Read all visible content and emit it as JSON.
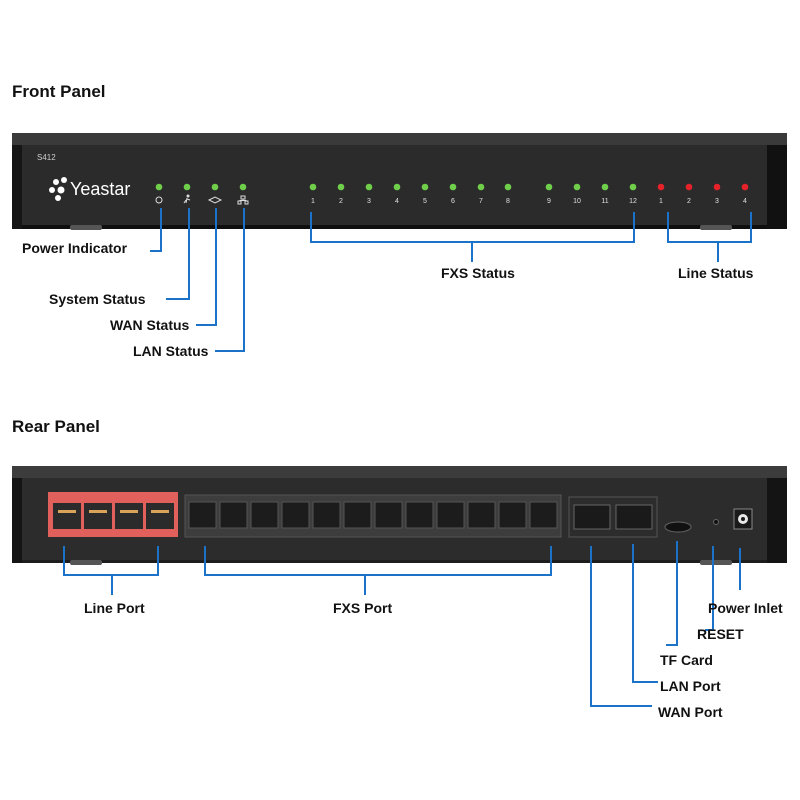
{
  "front": {
    "title": "Front Panel",
    "model": "S412",
    "brand": "Yeastar",
    "fxs_numbers": [
      "1",
      "2",
      "3",
      "4",
      "5",
      "6",
      "7",
      "8",
      "9",
      "10",
      "11",
      "12"
    ],
    "line_numbers": [
      "1",
      "2",
      "3",
      "4"
    ],
    "labels": {
      "power_indicator": "Power Indicator",
      "system_status": "System Status",
      "wan_status": "WAN Status",
      "lan_status": "LAN Status",
      "fxs_status": "FXS Status",
      "line_status": "Line Status"
    }
  },
  "rear": {
    "title": "Rear Panel",
    "labels": {
      "line_port": "Line Port",
      "fxs_port": "FXS Port",
      "power_inlet": "Power Inlet",
      "reset": "RESET",
      "tf_card": "TF Card",
      "lan_port": "LAN Port",
      "wan_port": "WAN Port"
    }
  },
  "colors": {
    "led_green": "#6fcf4a",
    "led_red": "#e5222a",
    "callout_line": "#1a73c9",
    "device_body": "#2a2a2a",
    "line_port_housing": "#e2605b"
  }
}
